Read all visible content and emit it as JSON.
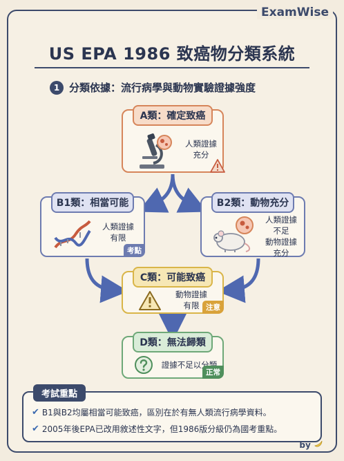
{
  "brand": "ExamWise",
  "title": "US EPA 1986 致癌物分類系統",
  "subtitle": {
    "number": "1",
    "text": "分類依據：流行病學與動物實驗證據強度"
  },
  "classes": {
    "A": {
      "head": "A類：確定致癌",
      "text": [
        "人類證據",
        "充分"
      ]
    },
    "B1": {
      "head": "B1類：相當可能",
      "text": [
        "人類證據",
        "有限"
      ],
      "tag": "考點"
    },
    "B2": {
      "head": "B2類：動物充分",
      "text": [
        "人類證據",
        "不足",
        "動物證據",
        "充分"
      ]
    },
    "C": {
      "head": "C類：可能致癌",
      "text": [
        "動物證據",
        "有限"
      ],
      "tag": "注意"
    },
    "D": {
      "head": "D類：無法歸類",
      "text": [
        "證據不足以分類"
      ],
      "tag": "正常"
    }
  },
  "exam": {
    "head": "考試重點",
    "points": [
      "B1與B2均屬相當可能致癌，區別在於有無人類流行病學資料。",
      "2005年後EPA已改用敘述性文字，但1986版分級仍為國考重點。"
    ]
  },
  "footer": "by",
  "colors": {
    "navy": "#3c4a6b",
    "classA": "#d6855a",
    "classB": "#6d7bb0",
    "classC": "#d9b548",
    "classD": "#6ea878",
    "tag_b1": "#6d7bb0",
    "tag_c": "#d9a23a",
    "tag_d": "#4f8f5c"
  },
  "icons": {
    "A": [
      "microscope-icon",
      "warning-icon"
    ],
    "B1": "dna-icon",
    "B2": "mouse-icon",
    "C": "warning-icon",
    "D": "question-icon"
  }
}
